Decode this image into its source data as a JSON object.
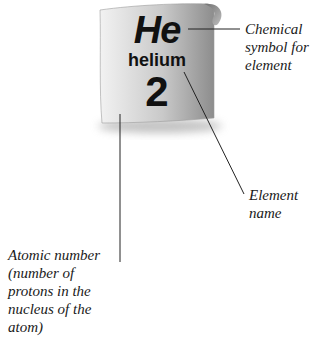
{
  "diagram": {
    "nodes": [
      {
        "text": [
          "He",
          "helium",
          "2"
        ]
      }
    ],
    "labels": [
      "Chemical symbol for element",
      "Element name",
      "Atomic number (number of protons in the nucleus of the atom)"
    ]
  }
}
